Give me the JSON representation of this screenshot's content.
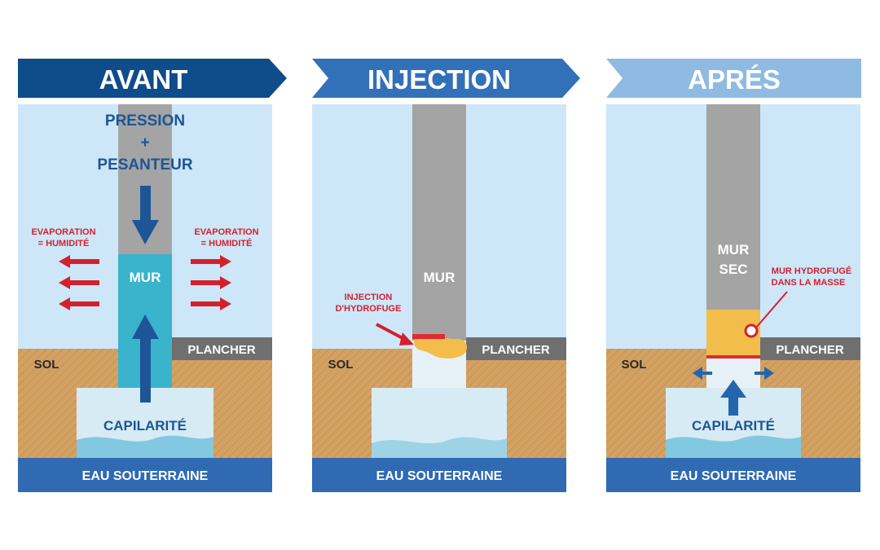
{
  "colors": {
    "banner_dark": "#0e4c8a",
    "banner_mid": "#3270b8",
    "banner_light": "#8fbbe3",
    "sky": "#cde7f8",
    "soil": "#d3a163",
    "wall": "#a4a4a4",
    "wet_wall": "#3ab3cd",
    "water_band": "#2f6ab3",
    "foundation": "#d7ebf5",
    "water_wave": "#82c8e0",
    "arrow_blue": "#2366ad",
    "text_blue": "#1d5597",
    "text_red": "#d3202f",
    "floor_gray": "#6f6f6f",
    "resin": "#f2bd4a",
    "barrier_red": "#e22a32"
  },
  "panels": [
    {
      "title": "AVANT",
      "pressure": [
        "PRESSION",
        "+",
        "PESANTEUR"
      ],
      "evap_left": [
        "EVAPORATION",
        "= HUMIDITÉ"
      ],
      "evap_right": [
        "EVAPORATION",
        "= HUMIDITÉ"
      ],
      "wall_label": "MUR",
      "floor_label": "PLANCHER",
      "soil_label": "SOL",
      "capillary_label": "CAPILARITÉ",
      "water_label": "EAU SOUTERRAINE"
    },
    {
      "title": "INJECTION",
      "wall_label": "MUR",
      "injection_label": [
        "INJECTION",
        "D'HYDROFUGE"
      ],
      "floor_label": "PLANCHER",
      "soil_label": "SOL",
      "water_label": "EAU SOUTERRAINE"
    },
    {
      "title": "APRÉS",
      "wall_label": [
        "MUR",
        "SEC"
      ],
      "treated_label": [
        "MUR HYDROFUGÉ",
        "DANS LA MASSE"
      ],
      "floor_label": "PLANCHER",
      "soil_label": "SOL",
      "capillary_label": "CAPILARITÉ",
      "water_label": "EAU SOUTERRAINE"
    }
  ]
}
